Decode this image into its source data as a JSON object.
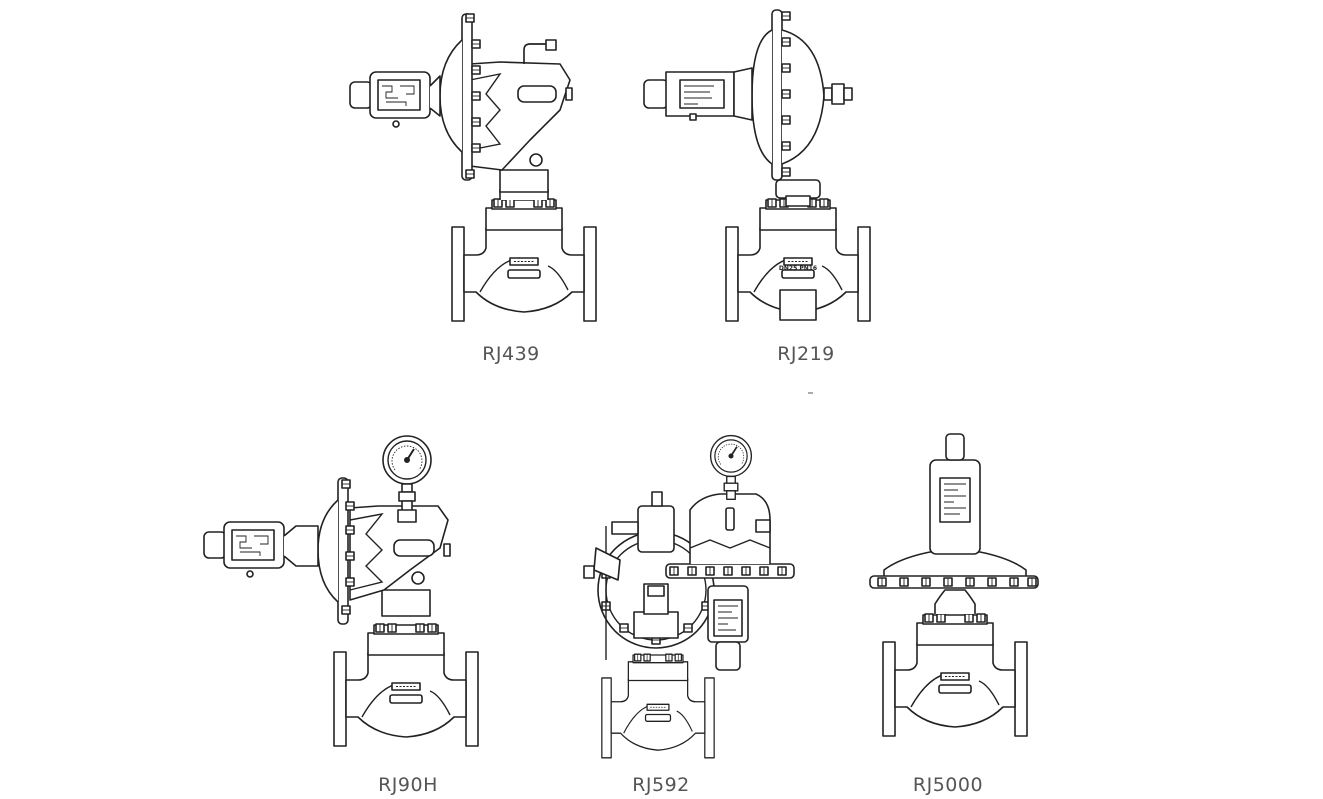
{
  "valves": [
    {
      "name": "RJ439",
      "label": "RJ439"
    },
    {
      "name": "RJ219",
      "label": "RJ219",
      "body_text": "DN25 PN16"
    },
    {
      "name": "RJ90H",
      "label": "RJ90H"
    },
    {
      "name": "RJ592",
      "label": "RJ592"
    },
    {
      "name": "RJ5000",
      "label": "RJ5000"
    }
  ],
  "colors": {
    "line": "#222222",
    "label": "#555555",
    "background": "#ffffff"
  }
}
